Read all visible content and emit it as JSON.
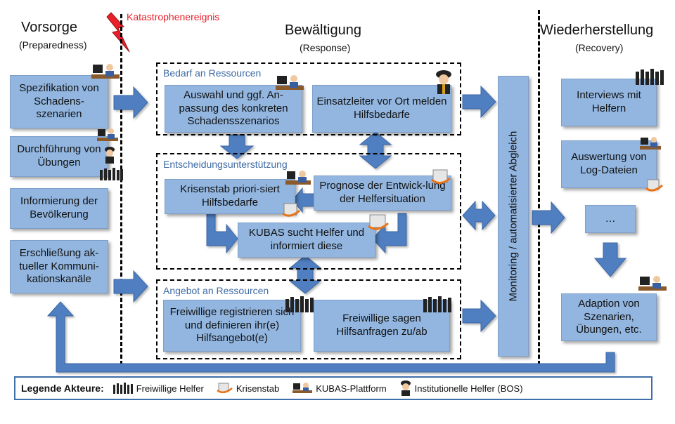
{
  "phases": {
    "vorsorge": {
      "title": "Vorsorge",
      "subtitle": "(Preparedness)"
    },
    "bewaeltigung": {
      "title": "Bewältigung",
      "subtitle": "(Response)"
    },
    "wiederherstellung": {
      "title": "Wiederherstellung",
      "subtitle": "(Recovery)"
    }
  },
  "event": {
    "label": "Katastrophenereignis",
    "color": "#e8202a"
  },
  "vorsorge_boxes": [
    "Spezifikation von Schadens-szenarien",
    "Durchführung von Übungen",
    "Informierung der Bevölkerung",
    "Erschließung ak-tueller Kommuni-kationskanäle"
  ],
  "groups": {
    "bedarf": {
      "title": "Bedarf an Ressourcen",
      "box1": "Auswahl und ggf. An-passung des konkreten Schadensszenarios",
      "box2": "Einsatzleiter vor Ort melden Hilfsbedarfe"
    },
    "entscheidung": {
      "title": "Entscheidungsunterstützung",
      "box1": "Krisenstab priori-siert Hilfsbedarfe",
      "box2": "Prognose der Entwick-lung der Helfersituation",
      "box3": "KUBAS sucht Helfer und informiert diese"
    },
    "angebot": {
      "title": "Angebot an Ressourcen",
      "box1": "Freiwillige registrieren sich und definieren ihr(e) Hilfsangebot(e)",
      "box2": "Freiwillige sagen Hilfsanfragen zu/ab"
    }
  },
  "monitoring": "Monitoring / automatisierter Abgleich",
  "recovery_boxes": [
    "Interviews mit Helfern",
    "Auswertung von Log-Dateien",
    "…",
    "Adaption von Szenarien, Übungen, etc."
  ],
  "legend": {
    "heading": "Legende Akteure:",
    "items": [
      "Freiwillige Helfer",
      "Krisenstab",
      "KUBAS-Plattform",
      "Institutionelle Helfer (BOS)"
    ]
  },
  "colors": {
    "box": "#92b6e0",
    "arrow": "#4f7fc0",
    "group_title": "#3d6aa3",
    "legend_border": "#3f6fa8"
  },
  "icons": [
    "freiwillige-helfer-icon",
    "krisenstab-icon",
    "kubas-plattform-icon",
    "institutionelle-helfer-icon",
    "lightning-icon"
  ]
}
